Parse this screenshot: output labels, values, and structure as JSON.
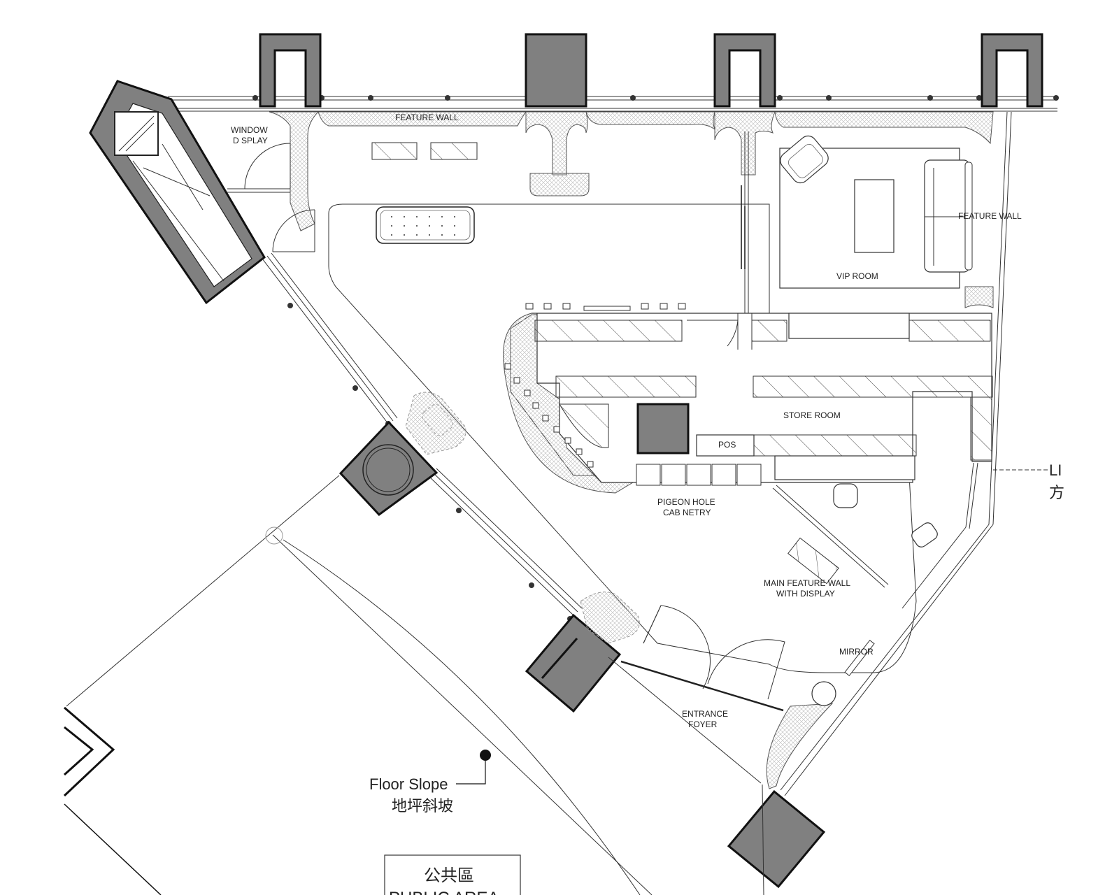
{
  "plan": {
    "labels": {
      "feature_wall_top": "FEATURE WALL",
      "window_display_1": "WINDOW",
      "window_display_2": "D SPLAY",
      "feature_wall_right": "FEATURE WALL",
      "vip_room": "VIP ROOM",
      "store_room": "STORE ROOM",
      "pos": "POS",
      "pigeon_hole_1": "PIGEON HOLE",
      "pigeon_hole_2": "CAB NETRY",
      "main_feature_1": "MAIN FEATURE WALL",
      "main_feature_2": "WITH DISPLAY",
      "mirror": "MIRROR",
      "entrance_1": "ENTRANCE",
      "entrance_2": "FOYER",
      "floor_slope_en": "Floor Slope",
      "floor_slope_zh": "地坪斜坡",
      "public_area_zh": "公共區",
      "public_area_en": "PUBLIC AREA",
      "edge_label_1": "LI",
      "edge_label_2": "方"
    }
  }
}
